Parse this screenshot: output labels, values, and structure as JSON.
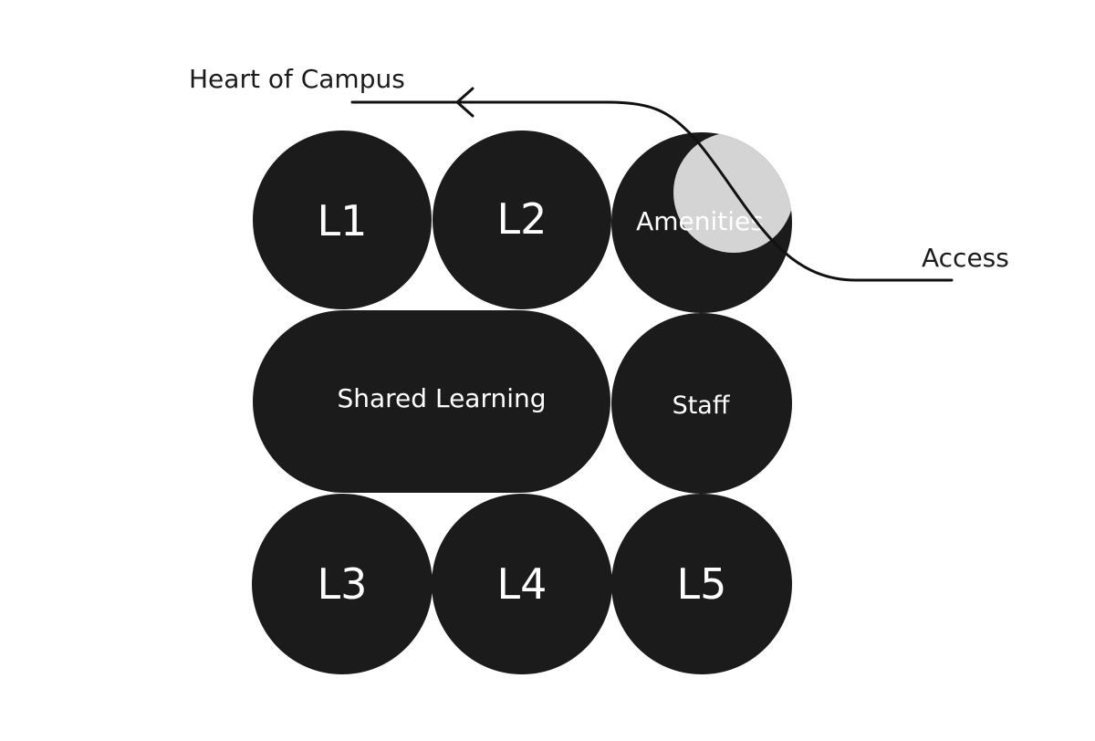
{
  "diagram": {
    "nodes": {
      "l1": "L1",
      "l2": "L2",
      "amenities": "Amenities",
      "shared_learning": "Shared Learning",
      "staff": "Staff",
      "l3": "L3",
      "l4": "L4",
      "l5": "L5"
    },
    "labels": {
      "heart_of_campus": "Heart of Campus",
      "access": "Access"
    },
    "colors": {
      "node_fill": "#1b1b1b",
      "node_text": "#ffffff",
      "highlight_fill": "#d4d4d4",
      "path_stroke": "#111111"
    }
  }
}
